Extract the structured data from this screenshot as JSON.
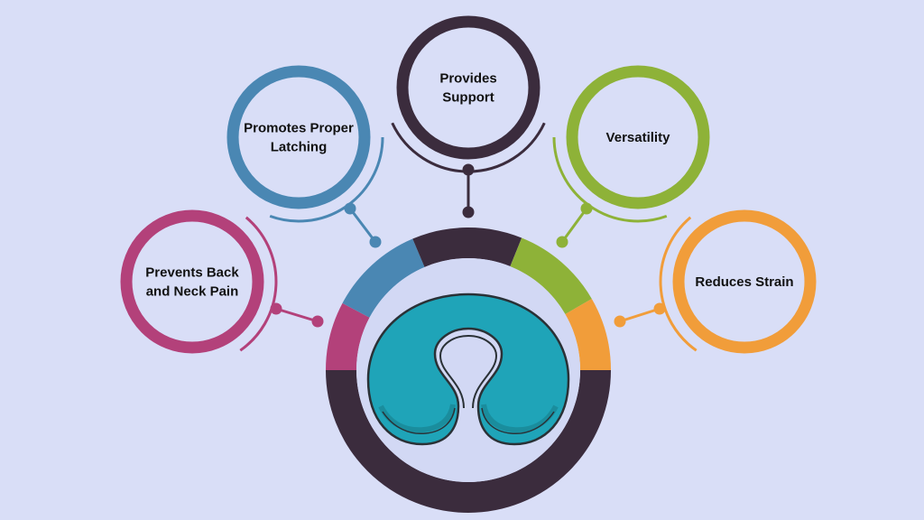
{
  "colors": {
    "background": "#d9def7",
    "inner_disc": "#d2d8f4",
    "dark": "#3b2c3d",
    "blue": "#4a87b3",
    "green": "#8eb238",
    "orange": "#f19d3a",
    "magenta": "#b3417a",
    "pillow_fill": "#1fa4b8",
    "pillow_shade": "#1a8d9d",
    "pillow_outline": "#2a3136"
  },
  "center": {
    "icon": "travel-neck-pillow-icon"
  },
  "nodes": [
    {
      "id": "prevents-back-neck-pain",
      "lines": [
        "Prevents Back",
        "and Neck Pain"
      ],
      "color": "#b3417a"
    },
    {
      "id": "promotes-proper-latching",
      "lines": [
        "Promotes Proper",
        "Latching"
      ],
      "color": "#4a87b3"
    },
    {
      "id": "provides-support",
      "lines": [
        "Provides",
        "Support"
      ],
      "color": "#3b2c3d"
    },
    {
      "id": "versatility",
      "lines": [
        "Versatility"
      ],
      "color": "#8eb238"
    },
    {
      "id": "reduces-strain",
      "lines": [
        "Reduces Strain"
      ],
      "color": "#f19d3a"
    }
  ]
}
